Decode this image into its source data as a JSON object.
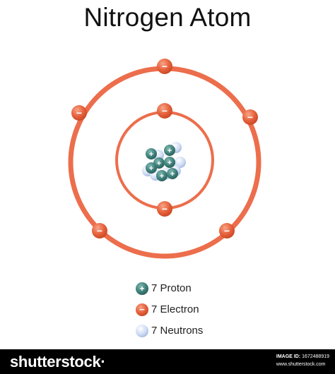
{
  "title": "Nitrogen Atom",
  "legend": [
    {
      "label": "7 Proton",
      "icon": "proton-icon",
      "color": "#3d7f79"
    },
    {
      "label": "7 Electron",
      "icon": "electron-icon",
      "color": "#e25b36"
    },
    {
      "label": "7 Neutrons",
      "icon": "neutron-icon",
      "color": "#c3d4f0"
    }
  ],
  "symbols": {
    "proton": "+",
    "electron": "−"
  },
  "footer": {
    "brand": "shutterstock·",
    "image_id_label": "IMAGE ID:",
    "image_id": "1672488919",
    "site": "www.shutterstock.com"
  },
  "colors": {
    "orbit": "#ec6e4c",
    "electron": "#e25b36",
    "proton": "#3d7f79",
    "neutron": "#c3d4f0"
  }
}
